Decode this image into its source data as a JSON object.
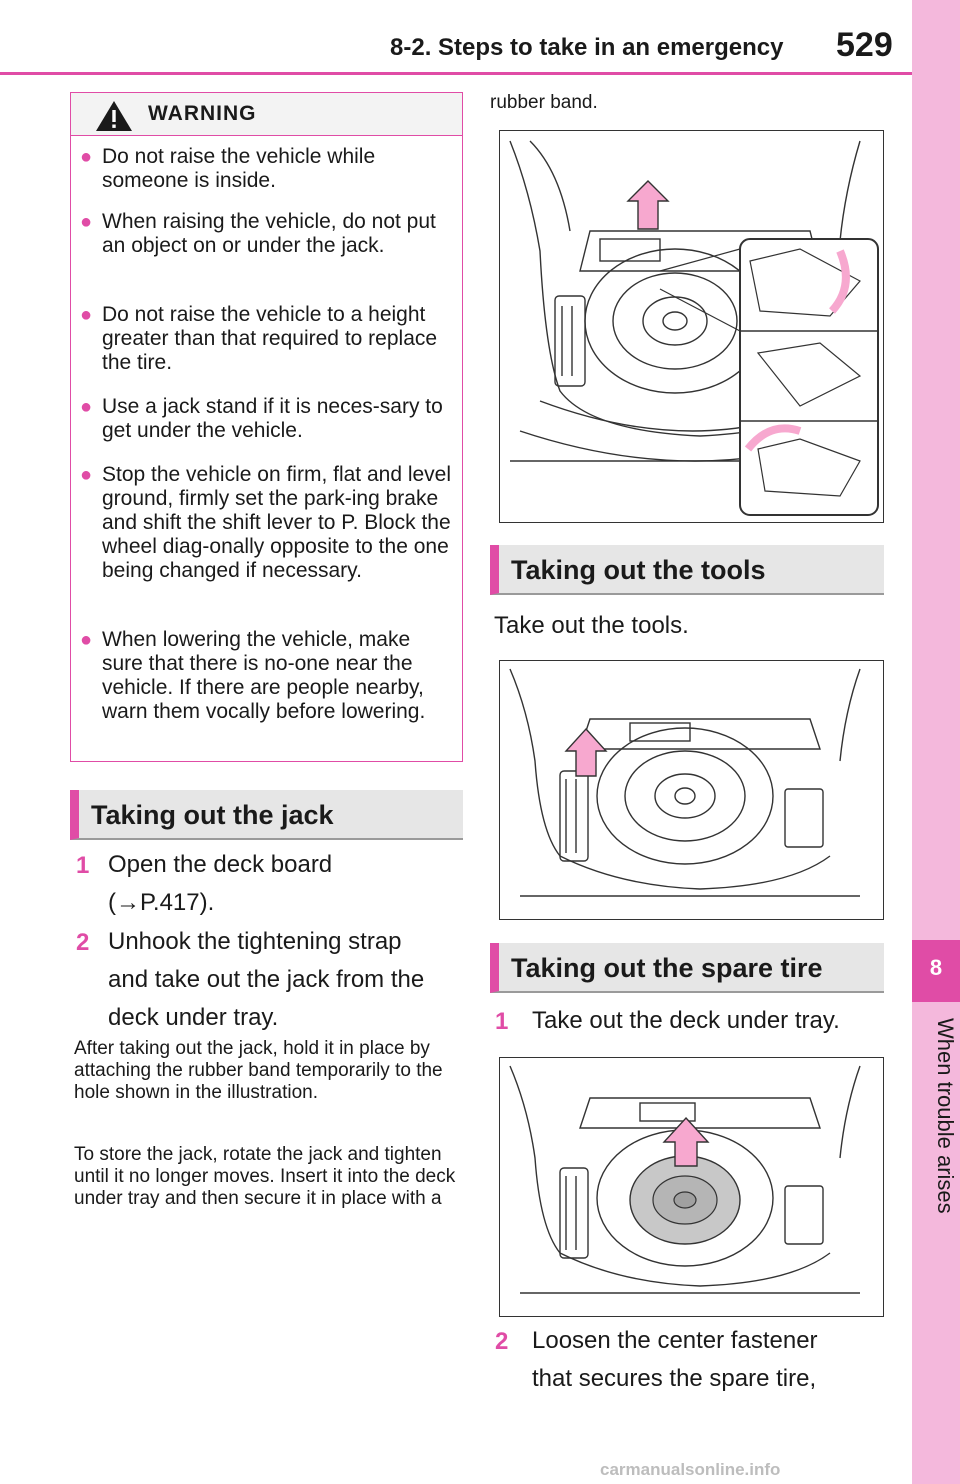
{
  "header": {
    "title": "8-2. Steps to take in an emergency",
    "page_number": "529"
  },
  "side_tab": {
    "number": "8",
    "label": "When trouble arises"
  },
  "warning": {
    "title": "WARNING",
    "items": [
      "Do not raise the vehicle while someone is inside.",
      "When raising the vehicle, do not put an object on or under the jack.",
      "Do not raise the vehicle to a height greater than that required to replace the tire.",
      "Use a jack stand if it is neces-sary to get under the vehicle.",
      "Stop the vehicle on firm, flat and level ground, firmly set the park-ing brake and shift the shift lever to P. Block the wheel diag-onally opposite to the one being changed if necessary.",
      "When lowering the vehicle, make sure that there is no-one near the vehicle. If there are people nearby, warn them vocally before lowering."
    ]
  },
  "jack_section": {
    "heading": "Taking out the jack",
    "steps": [
      {
        "num": "1",
        "text": "Open the deck board",
        "text2": "(→P.417)."
      },
      {
        "num": "2",
        "text": "Unhook the tightening strap",
        "text2": "and take out the jack from the",
        "text3": "deck under tray."
      }
    ],
    "note1": "After taking out the jack, hold it in place by attaching the rubber band temporarily to the hole shown in the illustration.",
    "note2": "To store the jack, rotate the jack and tighten until it no longer moves. Insert it into the deck under tray and then secure it in place with a",
    "continuation": "rubber band."
  },
  "tools_section": {
    "heading": "Taking out the tools",
    "text": "Take out the tools."
  },
  "spare_section": {
    "heading": "Taking out the spare tire",
    "steps": [
      {
        "num": "1",
        "text": "Take out the deck under tray."
      },
      {
        "num": "2",
        "text": "Loosen the center fastener",
        "text2": "that secures the spare tire,"
      }
    ]
  },
  "watermark": "carmanualsonline.info",
  "colors": {
    "accent": "#e04ca6",
    "tab_light": "#f4b8dc",
    "arrow_fill": "#f7a8cf",
    "heading_bg": "#e6e6e6"
  }
}
